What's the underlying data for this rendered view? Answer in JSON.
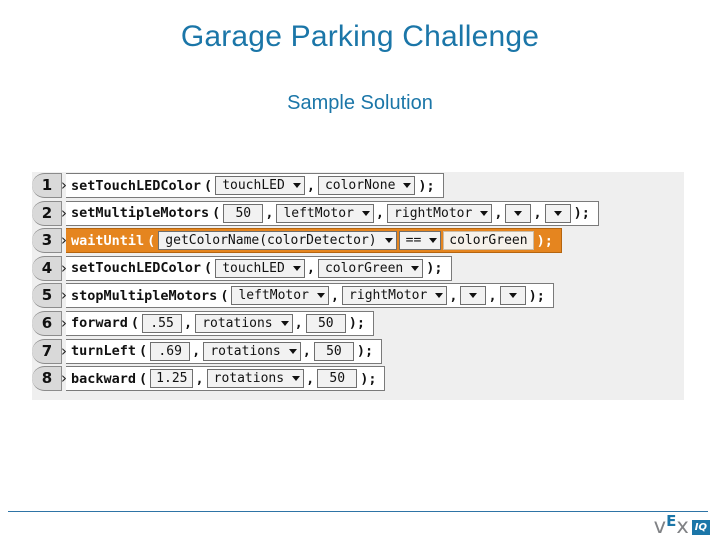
{
  "slide": {
    "title": "Garage Parking Challenge",
    "subtitle": "Sample Solution",
    "title_color": "#1B76A8",
    "highlight_color": "#E5851F",
    "panel_bg": "#efefef"
  },
  "code": {
    "rows": [
      {
        "number": "1",
        "chevron": "›",
        "highlighted": false,
        "func": "setTouchLEDColor",
        "open": "(",
        "close": ");",
        "args": [
          {
            "type": "dropdown",
            "value": "touchLED"
          },
          {
            "type": "comma",
            "value": ","
          },
          {
            "type": "dropdown",
            "value": "colorNone"
          }
        ]
      },
      {
        "number": "2",
        "chevron": "›",
        "highlighted": false,
        "func": "setMultipleMotors",
        "open": "(",
        "close": ");",
        "args": [
          {
            "type": "number",
            "value": "50"
          },
          {
            "type": "comma",
            "value": ","
          },
          {
            "type": "dropdown",
            "value": "leftMotor"
          },
          {
            "type": "comma",
            "value": ","
          },
          {
            "type": "dropdown",
            "value": "rightMotor"
          },
          {
            "type": "comma",
            "value": ","
          },
          {
            "type": "dropdown",
            "value": ""
          },
          {
            "type": "comma",
            "value": ","
          },
          {
            "type": "dropdown",
            "value": ""
          }
        ]
      },
      {
        "number": "3",
        "chevron": "›",
        "highlighted": true,
        "func": "waitUntil",
        "open": "(",
        "close": ");",
        "args": [
          {
            "type": "dropdown",
            "value": "getColorName(colorDetector)"
          },
          {
            "type": "dropdown",
            "value": "=="
          },
          {
            "type": "chip",
            "value": "colorGreen"
          }
        ]
      },
      {
        "number": "4",
        "chevron": "›",
        "highlighted": false,
        "func": "setTouchLEDColor",
        "open": "(",
        "close": ");",
        "args": [
          {
            "type": "dropdown",
            "value": "touchLED"
          },
          {
            "type": "comma",
            "value": ","
          },
          {
            "type": "dropdown",
            "value": "colorGreen"
          }
        ]
      },
      {
        "number": "5",
        "chevron": "›",
        "highlighted": false,
        "func": "stopMultipleMotors",
        "open": "(",
        "close": ");",
        "args": [
          {
            "type": "dropdown",
            "value": "leftMotor"
          },
          {
            "type": "comma",
            "value": ","
          },
          {
            "type": "dropdown",
            "value": "rightMotor"
          },
          {
            "type": "comma",
            "value": ","
          },
          {
            "type": "dropdown",
            "value": ""
          },
          {
            "type": "comma",
            "value": ","
          },
          {
            "type": "dropdown",
            "value": ""
          }
        ]
      },
      {
        "number": "6",
        "chevron": "›",
        "highlighted": false,
        "func": "forward",
        "open": "(",
        "close": ");",
        "args": [
          {
            "type": "number",
            "value": ".55"
          },
          {
            "type": "comma",
            "value": ","
          },
          {
            "type": "dropdown",
            "value": "rotations"
          },
          {
            "type": "comma",
            "value": ","
          },
          {
            "type": "number",
            "value": "50"
          }
        ]
      },
      {
        "number": "7",
        "chevron": "›",
        "highlighted": false,
        "func": "turnLeft",
        "open": "(",
        "close": ");",
        "args": [
          {
            "type": "number",
            "value": ".69"
          },
          {
            "type": "comma",
            "value": ","
          },
          {
            "type": "dropdown",
            "value": "rotations"
          },
          {
            "type": "comma",
            "value": ","
          },
          {
            "type": "number",
            "value": "50"
          }
        ]
      },
      {
        "number": "8",
        "chevron": "›",
        "highlighted": false,
        "func": "backward",
        "open": "(",
        "close": ");",
        "args": [
          {
            "type": "number",
            "value": "1.25"
          },
          {
            "type": "comma",
            "value": ","
          },
          {
            "type": "dropdown",
            "value": "rotations"
          },
          {
            "type": "comma",
            "value": ","
          },
          {
            "type": "number",
            "value": "50"
          }
        ]
      }
    ]
  },
  "footer": {
    "logo": {
      "v": "v",
      "e": "E",
      "x": "x",
      "iq": "IQ"
    }
  }
}
